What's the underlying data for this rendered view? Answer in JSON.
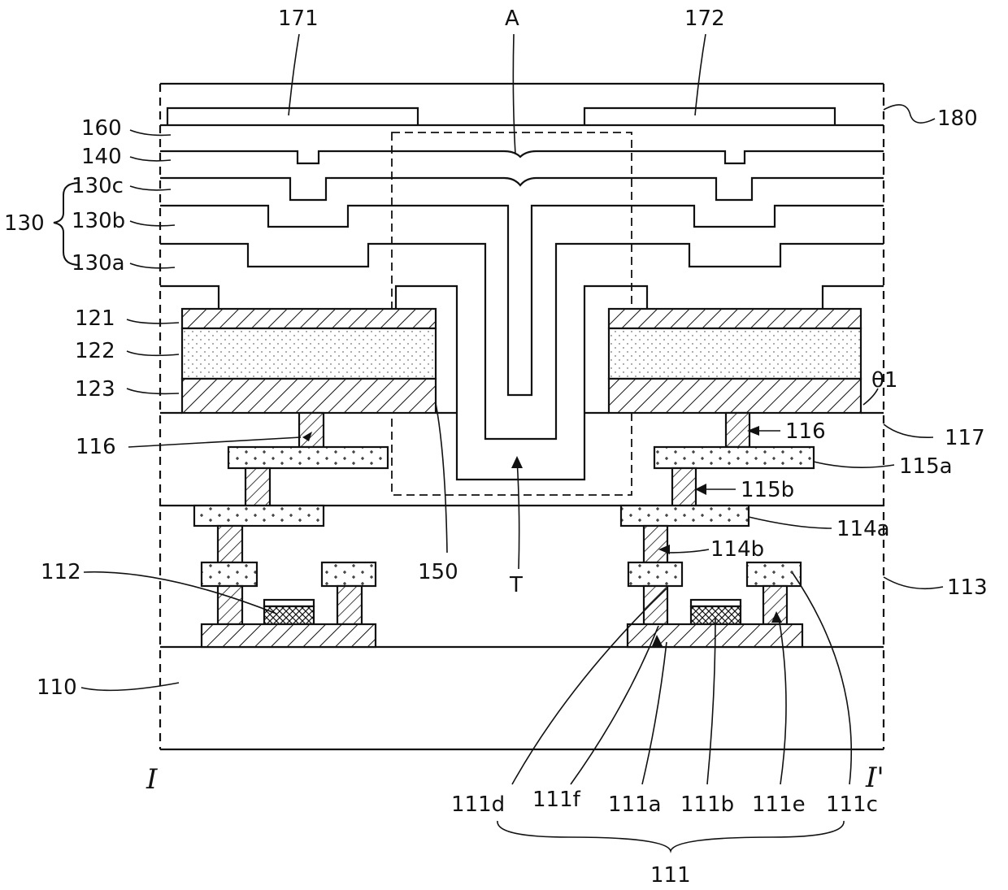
{
  "labels": {
    "l171": "171",
    "l172": "172",
    "lA": "A",
    "l180": "180",
    "l160": "160",
    "l140": "140",
    "l130c": "130c",
    "l130": "130",
    "l130b": "130b",
    "l130a": "130a",
    "l121": "121",
    "l122": "122",
    "l123": "123",
    "l116left": "116",
    "l116right": "116",
    "l117": "117",
    "ltheta": "θ1",
    "l115a": "115a",
    "l115b": "115b",
    "l114a": "114a",
    "l114b": "114b",
    "l112": "112",
    "l150": "150",
    "lT": "T",
    "l113": "113",
    "l110": "110",
    "lI": "I",
    "lIprime": "I'",
    "l111d": "111d",
    "l111f": "111f",
    "l111a": "111a",
    "l111b": "111b",
    "l111e": "111e",
    "l111c": "111c",
    "l111": "111"
  },
  "colors": {
    "line": "#111111",
    "background": "#ffffff"
  }
}
